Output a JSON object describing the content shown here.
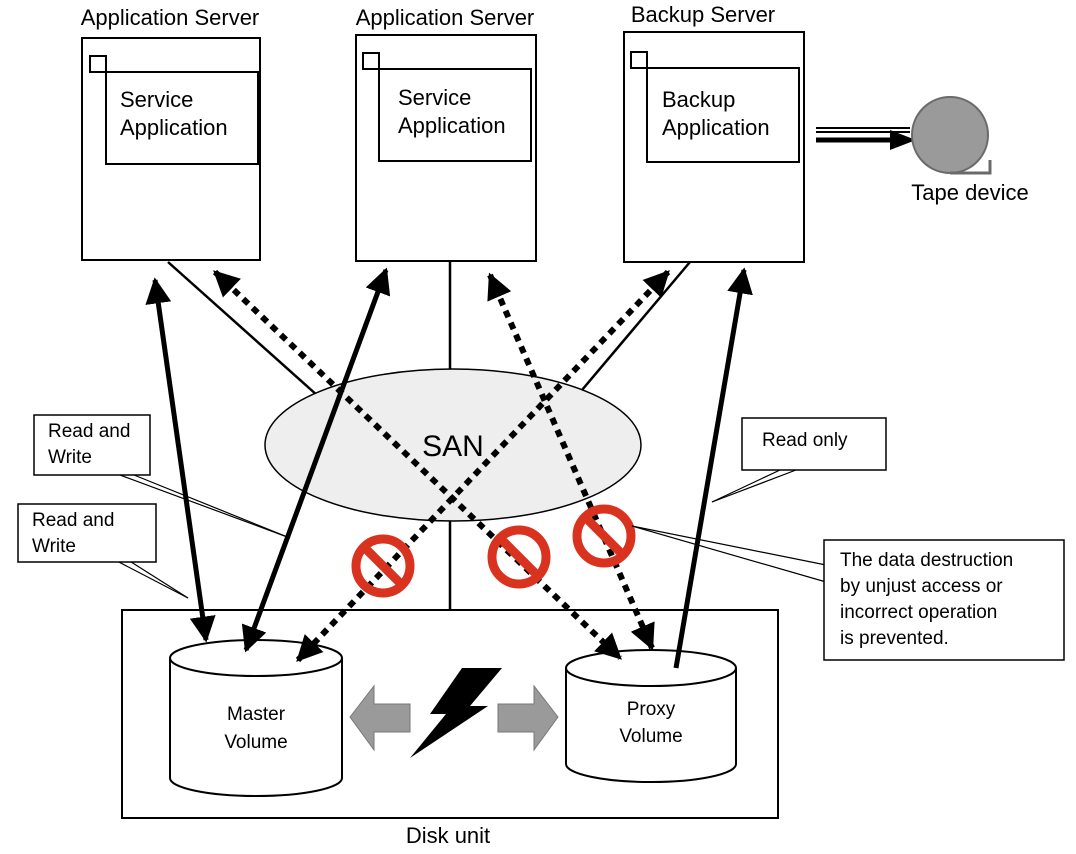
{
  "servers": [
    {
      "title": "Application Server",
      "app_line1": "Service",
      "app_line2": "Application"
    },
    {
      "title": "Application Server",
      "app_line1": "Service",
      "app_line2": "Application"
    },
    {
      "title": "Backup Server",
      "app_line1": "Backup",
      "app_line2": "Application"
    }
  ],
  "tape": {
    "label": "Tape device"
  },
  "san": {
    "label": "SAN"
  },
  "disk_unit": {
    "label": "Disk unit"
  },
  "volumes": {
    "master": {
      "line1": "Master",
      "line2": "Volume"
    },
    "proxy": {
      "line1": "Proxy",
      "line2": "Volume"
    }
  },
  "callouts": {
    "read_write_1": {
      "line1": "Read and",
      "line2": "Write"
    },
    "read_write_2": {
      "line1": "Read and",
      "line2": "Write"
    },
    "read_only": {
      "line1": "Read only"
    },
    "prevented": {
      "line1": "The data destruction",
      "line2": "by unjust access or",
      "line3": "incorrect operation",
      "line4": "is prevented."
    }
  },
  "colors": {
    "prohibit_fill": "#d9331f",
    "prohibit_stroke": "#8a1a0e",
    "tape_fill": "#9a9a9a",
    "arrow_gray": "#9a9a9a",
    "san_fill": "#eeeeee"
  }
}
